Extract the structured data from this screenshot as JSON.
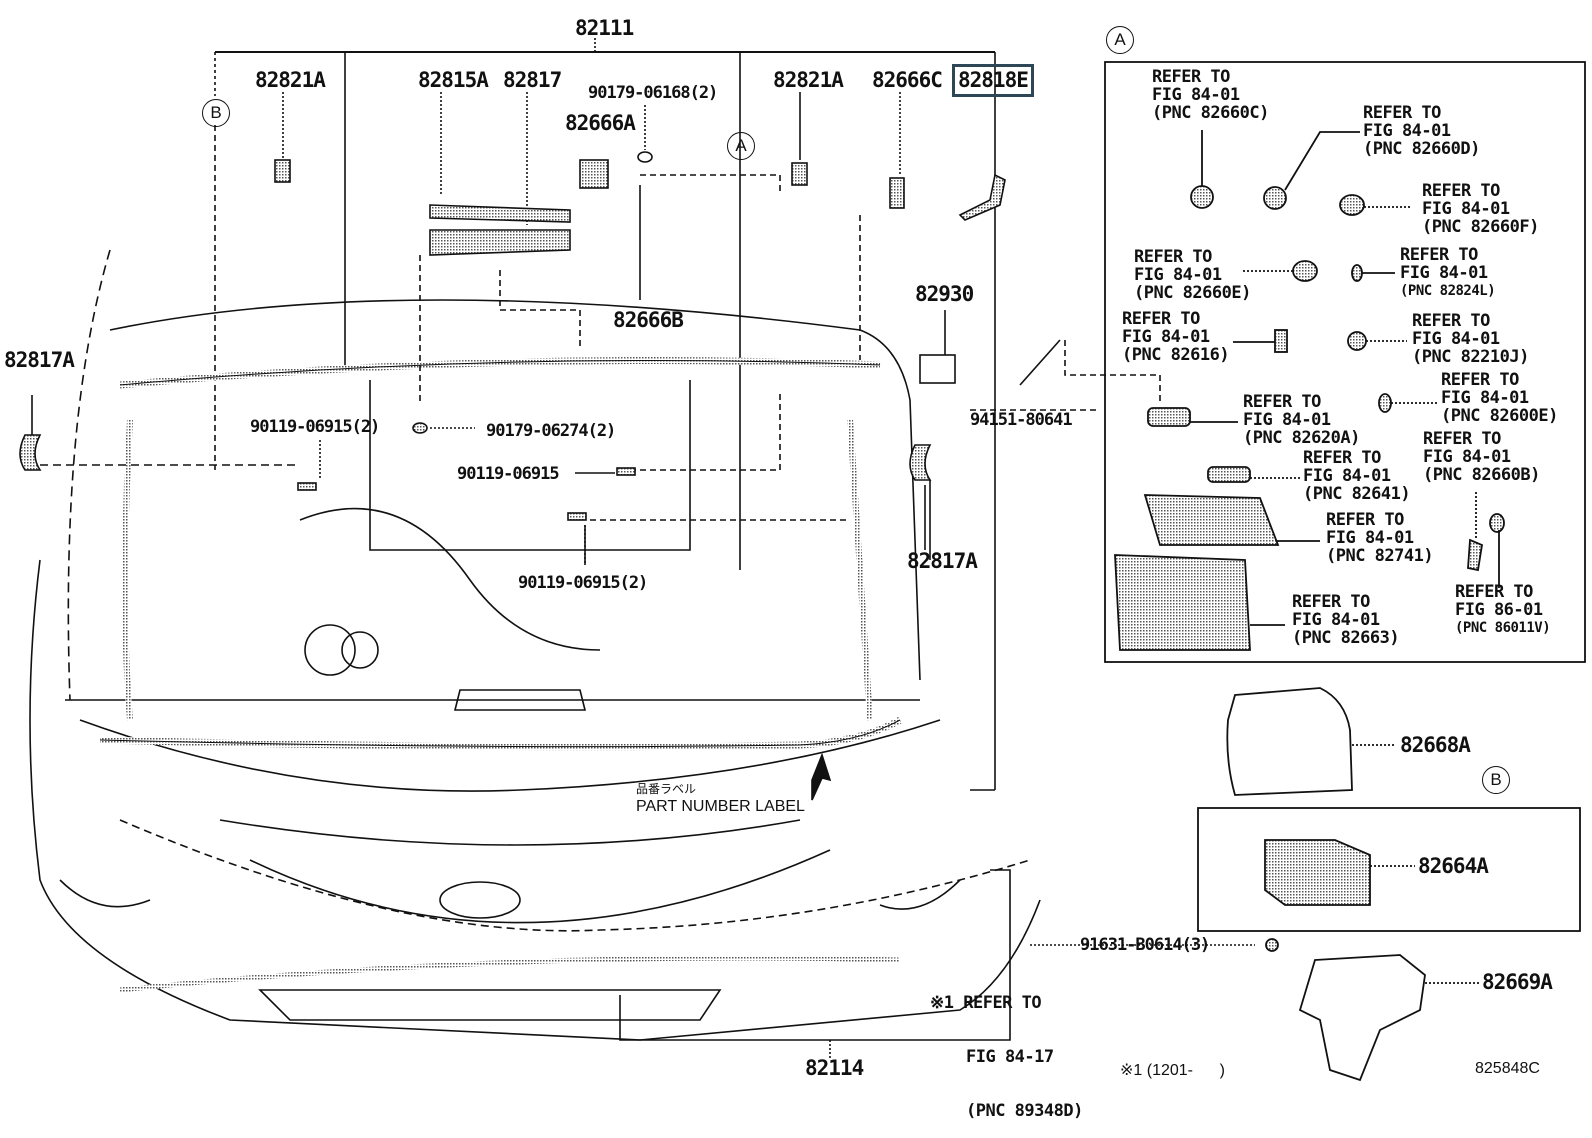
{
  "diagram": {
    "title_part": "82111",
    "bottom_part": "82114",
    "figure_code": "825848C",
    "footnote": "※1 (1201-      )",
    "part_number_label": {
      "jp": "品番ラベル",
      "en": "PART NUMBER LABEL"
    },
    "callouts": {
      "A": "A",
      "B": "B"
    },
    "top_labels": [
      {
        "id": "82821A_left",
        "text": "82821A"
      },
      {
        "id": "82815A",
        "text": "82815A"
      },
      {
        "id": "82817",
        "text": "82817"
      },
      {
        "id": "90179-06168",
        "text": "90179-06168(2)"
      },
      {
        "id": "82666A",
        "text": "82666A"
      },
      {
        "id": "82821A_right",
        "text": "82821A"
      },
      {
        "id": "82666C",
        "text": "82666C"
      },
      {
        "id": "82818E",
        "text": "82818E",
        "highlighted": true
      }
    ],
    "main_labels": [
      {
        "id": "82817A_left",
        "text": "82817A"
      },
      {
        "id": "82666B",
        "text": "82666B"
      },
      {
        "id": "82930",
        "text": "82930"
      },
      {
        "id": "94151-80641",
        "text": "94151-80641"
      },
      {
        "id": "90119-06915_2a",
        "text": "90119-06915(2)"
      },
      {
        "id": "90179-06274",
        "text": "90179-06274(2)"
      },
      {
        "id": "90119-06915",
        "text": "90119-06915"
      },
      {
        "id": "90119-06915_2b",
        "text": "90119-06915(2)"
      },
      {
        "id": "82817A_right",
        "text": "82817A"
      }
    ],
    "front_refer": {
      "mark": "※1",
      "lines": [
        "REFER TO",
        "FIG 84-17",
        "(PNC 89348D)"
      ]
    },
    "box_a_refs": [
      {
        "lines": [
          "REFER TO",
          "FIG 84-01",
          "(PNC 82660C)"
        ]
      },
      {
        "lines": [
          "REFER TO",
          "FIG 84-01",
          "(PNC 82660D)"
        ]
      },
      {
        "lines": [
          "REFER TO",
          "FIG 84-01",
          "(PNC 82660F)"
        ]
      },
      {
        "lines": [
          "REFER TO",
          "FIG 84-01",
          "(PNC 82660E)"
        ]
      },
      {
        "lines": [
          "REFER TO",
          "FIG 84-01",
          "(PNC 82824L)"
        ]
      },
      {
        "lines": [
          "REFER TO",
          "FIG 84-01",
          "(PNC 82616)"
        ]
      },
      {
        "lines": [
          "REFER TO",
          "FIG 84-01",
          "(PNC 82210J)"
        ]
      },
      {
        "lines": [
          "REFER TO",
          "FIG 84-01",
          "(PNC 82620A)"
        ]
      },
      {
        "lines": [
          "REFER TO",
          "FIG 84-01",
          "(PNC 82600E)"
        ]
      },
      {
        "lines": [
          "REFER TO",
          "FIG 84-01",
          "(PNC 82641)"
        ]
      },
      {
        "lines": [
          "REFER TO",
          "FIG 84-01",
          "(PNC 82660B)"
        ]
      },
      {
        "lines": [
          "REFER TO",
          "FIG 84-01",
          "(PNC 82741)"
        ]
      },
      {
        "lines": [
          "REFER TO",
          "FIG 84-01",
          "(PNC 82663)"
        ]
      },
      {
        "lines": [
          "REFER TO",
          "FIG 86-01",
          "(PNC 86011V)"
        ]
      }
    ],
    "right_parts": [
      {
        "id": "82668A",
        "text": "82668A"
      },
      {
        "id": "82664A",
        "text": "82664A"
      },
      {
        "id": "91631-B0614",
        "text": "91631-B0614(3)"
      },
      {
        "id": "82669A",
        "text": "82669A"
      }
    ]
  }
}
